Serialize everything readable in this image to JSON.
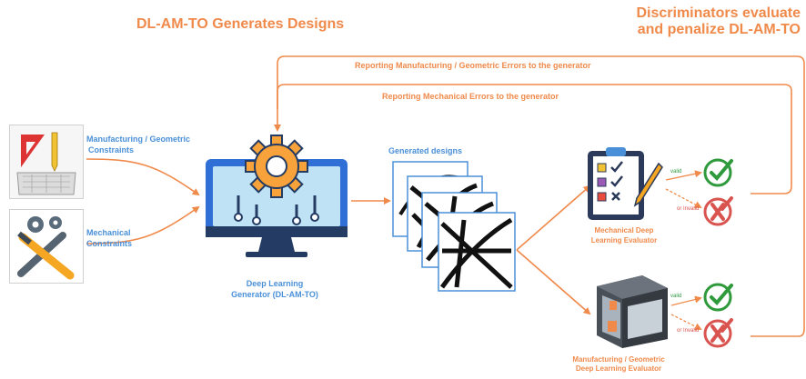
{
  "header": {
    "left_title": "DL-AM-TO Generates Designs",
    "right_title_line1": "Discriminators evaluate",
    "right_title_line2": "and penalize DL-AM-TO"
  },
  "feedback": {
    "manufacturing_error": "Reporting Manufacturing / Geometric  Errors to the generator",
    "mechanical_error": "Reporting Mechanical  Errors to the generator"
  },
  "inputs": {
    "manufacturing_line1": "Manufacturing / Geometric",
    "manufacturing_line2": "Constraints",
    "mechanical_line1": "Mechanical",
    "mechanical_line2": "Constraints"
  },
  "generator": {
    "line1": "Deep Learning",
    "line2": "Generator (DL-AM-TO)"
  },
  "designs": {
    "label": "Generated designs"
  },
  "evaluators": {
    "mechanical_line1": "Mechanical Deep",
    "mechanical_line2": "Learning Evaluator",
    "manufacturing_line1": "Manufacturing / Geometric",
    "manufacturing_line2": "Deep Learning Evaluator",
    "valid_label": "valid",
    "invalid_label": "or Invalid"
  },
  "colors": {
    "arrow": "#f08a4b",
    "title": "#f08a4b",
    "label_blue": "#4a90d9",
    "monitor_blue": "#2f6fd6",
    "gear_orange": "#f7a23a",
    "valid_green": "#2e9a3c",
    "invalid_red": "#d9534f"
  }
}
